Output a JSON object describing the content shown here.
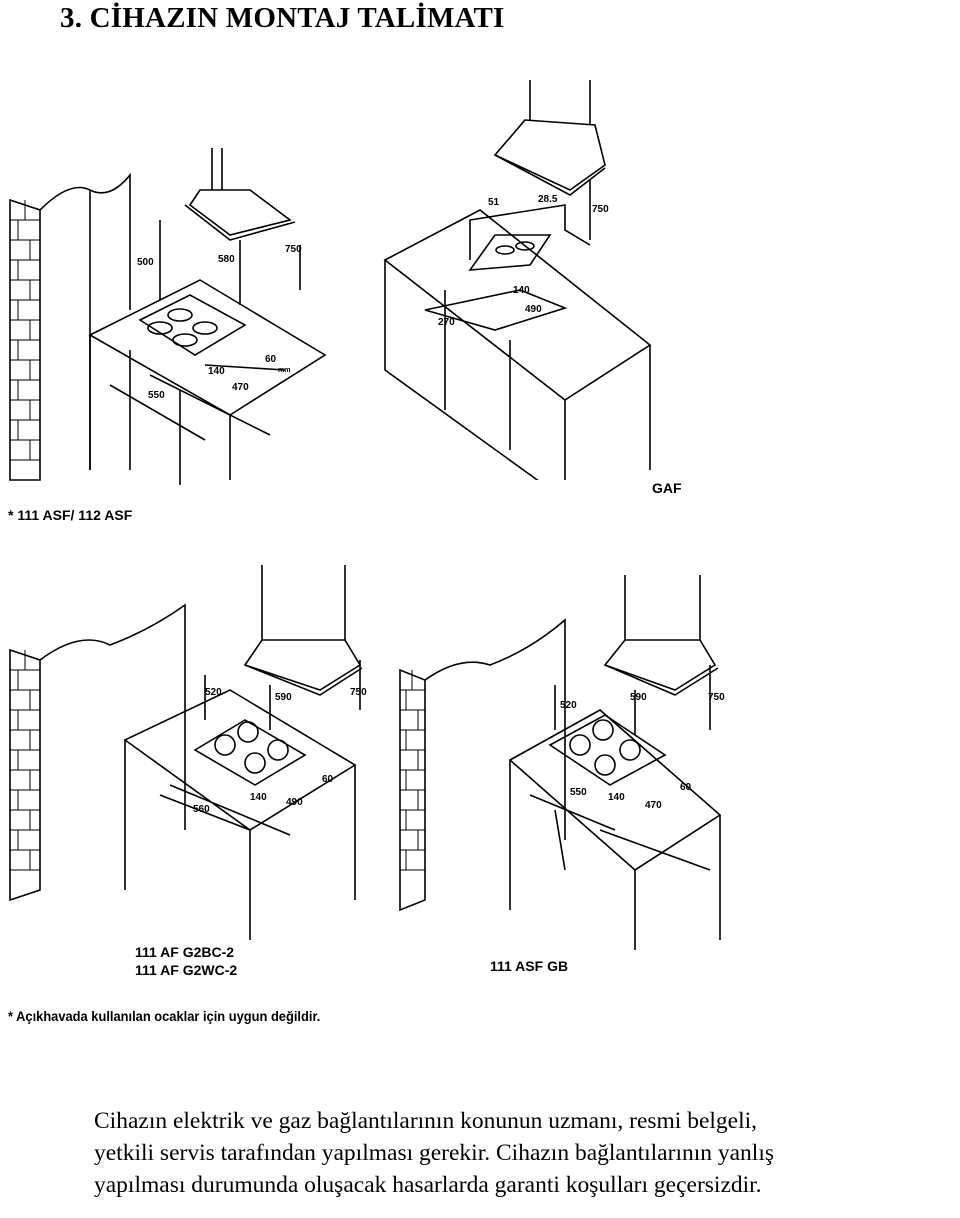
{
  "document": {
    "title": "3. CİHAZIN MONTAJ TALİMATI",
    "figures": [
      {
        "id": "fig1",
        "caption": "* 111 ASF/ 112 ASF",
        "dimensions": [
          "500",
          "580",
          "750",
          "140",
          "60",
          "mm",
          "470",
          "550"
        ]
      },
      {
        "id": "fig2",
        "caption": "GAF",
        "dimensions": [
          "51",
          "28.5",
          "750",
          "140",
          "490",
          "270"
        ]
      },
      {
        "id": "fig3",
        "caption_lines": [
          "111 AF G2BC-2",
          "111 AF G2WC-2"
        ],
        "dimensions": [
          "520",
          "590",
          "750",
          "60",
          "140",
          "490",
          "560"
        ]
      },
      {
        "id": "fig4",
        "caption": "111 ASF GB",
        "dimensions": [
          "520",
          "590",
          "750",
          "60",
          "550",
          "140",
          "470"
        ]
      }
    ],
    "footnote": "* Açıkhavada kullanılan ocaklar için uygun değildir.",
    "paragraph_lines": [
      "Cihazın elektrik ve gaz bağlantılarının konunun uzmanı, resmi belgeli,",
      "yetkili servis tarafından yapılması gerekir. Cihazın bağlantılarının yanlış",
      "yapılması durumunda oluşacak hasarlarda garanti koşulları geçersizdir."
    ]
  }
}
